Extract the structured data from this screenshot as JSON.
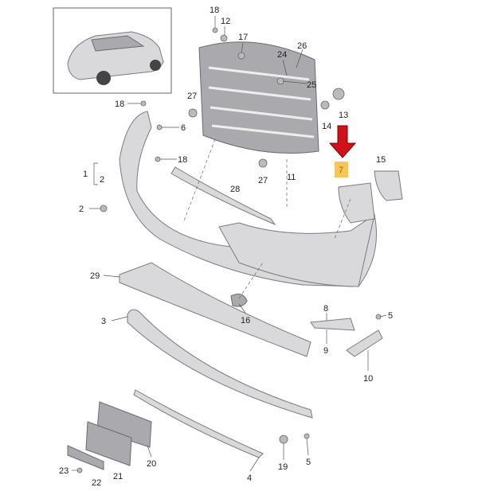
{
  "diagram": {
    "labels": [
      "18",
      "12",
      "17",
      "26",
      "24",
      "25",
      "27",
      "13",
      "18",
      "6",
      "14",
      "15",
      "1",
      "2",
      "18",
      "27",
      "11",
      "7",
      "28",
      "2",
      "29",
      "16",
      "8",
      "5",
      "3",
      "9",
      "10",
      "20",
      "19",
      "5",
      "23",
      "21",
      "22",
      "4"
    ],
    "highlighted_part": "7",
    "colors": {
      "highlight_box": "#f7c55a",
      "arrow": "#d0121b",
      "part_fill": "#d9d9dc",
      "outline": "#7a7a80"
    }
  }
}
